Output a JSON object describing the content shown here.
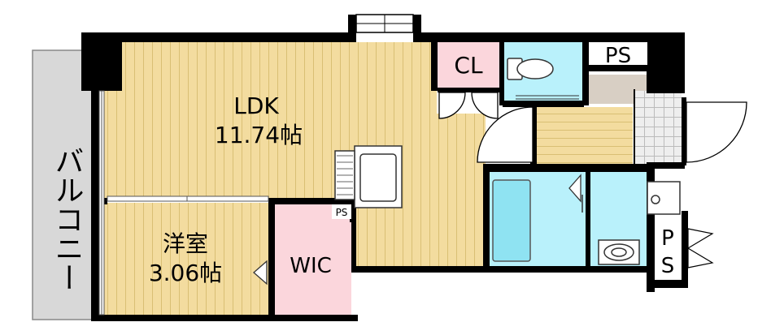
{
  "rooms": {
    "ldk": {
      "name": "LDK",
      "size": "11.74帖"
    },
    "western": {
      "name": "洋室",
      "size": "3.06帖"
    },
    "wic": {
      "name": "WIC"
    },
    "closet": {
      "name": "CL"
    },
    "ps_top": {
      "name": "PS"
    },
    "ps_kitchen": {
      "name": "PS"
    },
    "ps_side_top": {
      "name": "P"
    },
    "ps_side_bottom": {
      "name": "S"
    },
    "balcony": {
      "name": "バルコニー"
    }
  },
  "colors": {
    "floor_wood": "#f3dc9f",
    "floor_line": "#d9bf74",
    "wall": "#000000",
    "wic": "#fbd6dc",
    "closet": "#fbd6dc",
    "wet_area": "#b9f1fb",
    "bath_tub": "#8fe3f2",
    "entrance": "#d8cfc4",
    "balcony": "#d8d8d8",
    "tile": "#e6e6e6"
  }
}
